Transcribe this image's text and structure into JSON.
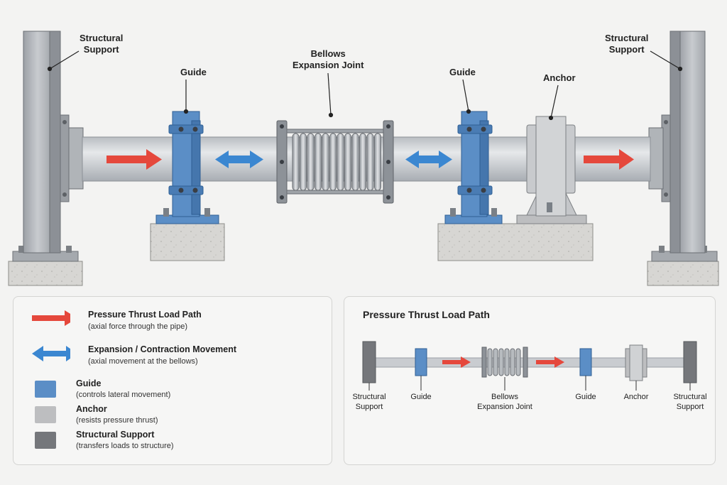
{
  "callouts": {
    "support_left": [
      "Structural",
      "Support"
    ],
    "support_right": [
      "Structural",
      "Support"
    ],
    "guide_left": "Guide",
    "guide_right": "Guide",
    "bellows": [
      "Bellows",
      "Expansion Joint"
    ],
    "anchor": "Anchor"
  },
  "legend": {
    "items": [
      {
        "title": "Pressure Thrust Load Path",
        "sub": "(axial force through the pipe)",
        "symbol": "red-arrow-icon",
        "color": "#e5483c"
      },
      {
        "title": "Expansion / Contraction Movement",
        "sub": "(axial movement at the bellows)",
        "symbol": "double-arrow-icon",
        "color": "#3b87d1"
      },
      {
        "title": "Guide",
        "sub": "(controls lateral movement)",
        "symbol": "swatch",
        "color": "#5b8ec6"
      },
      {
        "title": "Anchor",
        "sub": "(resists pressure thrust)",
        "symbol": "swatch",
        "color": "#bdbec0"
      },
      {
        "title": "Structural Support",
        "sub": "(transfers loads to structure)",
        "symbol": "swatch",
        "color": "#75777b"
      }
    ]
  },
  "schematic": {
    "title": "Pressure Thrust Load Path",
    "labels": {
      "support_left": [
        "Structural",
        "Support"
      ],
      "guide_left": "Guide",
      "bellows": [
        "Bellows",
        "Expansion Joint"
      ],
      "guide_right": "Guide",
      "anchor": "Anchor",
      "support_right": [
        "Structural",
        "Support"
      ]
    }
  },
  "colors": {
    "guide_blue": "#5b8ec6",
    "thrust_red": "#e5483c",
    "movement_blue": "#3b87d1",
    "pipe_gray": "#c9ccd0",
    "concrete": "#d6d5d2",
    "steel": "#a9adb2"
  }
}
